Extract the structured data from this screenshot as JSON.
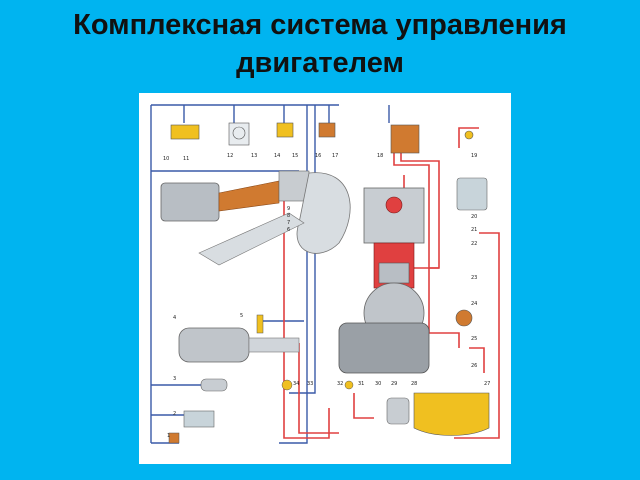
{
  "slide": {
    "title_line1": "Комплексная система управления",
    "title_line2": "двигателем"
  },
  "diagram": {
    "callouts": [
      "1",
      "2",
      "3",
      "4",
      "5",
      "6",
      "7",
      "8",
      "9",
      "10",
      "11",
      "12",
      "13",
      "14",
      "15",
      "16",
      "17",
      "18",
      "19",
      "20",
      "21",
      "22",
      "23",
      "24",
      "25",
      "26",
      "27",
      "28",
      "29",
      "30",
      "31",
      "32",
      "33",
      "34"
    ],
    "colors": {
      "background": "#00B4F0",
      "panel": "#FFFFFF",
      "wire_red": "#E04040",
      "wire_blue": "#3A5AA8",
      "component_grey": "#B8BEC4",
      "intake_orange": "#D07A30",
      "ecu_yellow": "#F0C020"
    }
  }
}
